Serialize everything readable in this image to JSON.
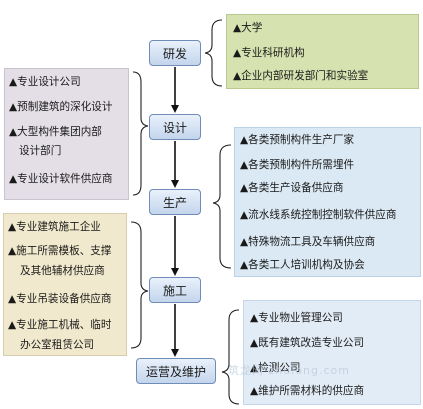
{
  "nodes": [
    "研发",
    "设计",
    "生产",
    "施工",
    "运营及维护"
  ],
  "groups": {
    "research": [
      "▲大学",
      "▲专业科研机构",
      "▲企业内部研发部门和实验室"
    ],
    "design": [
      "▲专业设计公司",
      "▲预制建筑的深化设计",
      "▲大型构件集团内部",
      "设计部门",
      "▲专业设计软件供应商"
    ],
    "production": [
      "▲各类预制构件生产厂家",
      "▲各类预制构件所需埋件",
      "▲各类生产设备供应商",
      "▲流水线系统控制控制软件供应商",
      "▲特殊物流工具及车辆供应商",
      "▲各类工人培训机构及协会"
    ],
    "construction": [
      "▲专业建筑施工企业",
      "▲施工所需模板、支撑",
      "及其他辅材供应商",
      "▲专业吊装设备供应商",
      "▲专业施工机械、临时",
      "办公室租赁公司"
    ],
    "operations": [
      "▲专业物业管理公司",
      "▲既有建筑改造专业公司",
      "▲检测公司",
      "▲维护所需材料的供应商"
    ]
  },
  "watermark": "筑龙网 zhulong.com",
  "colors": {
    "node_border": "#6f8db8",
    "arrow": "#111111",
    "research_bg": "#d6e2b0",
    "design_bg": "#e4dfe7",
    "production_bg": "#dbe9f4",
    "construction_bg": "#f1e9cd",
    "operations_bg": "#e2ecf6"
  }
}
